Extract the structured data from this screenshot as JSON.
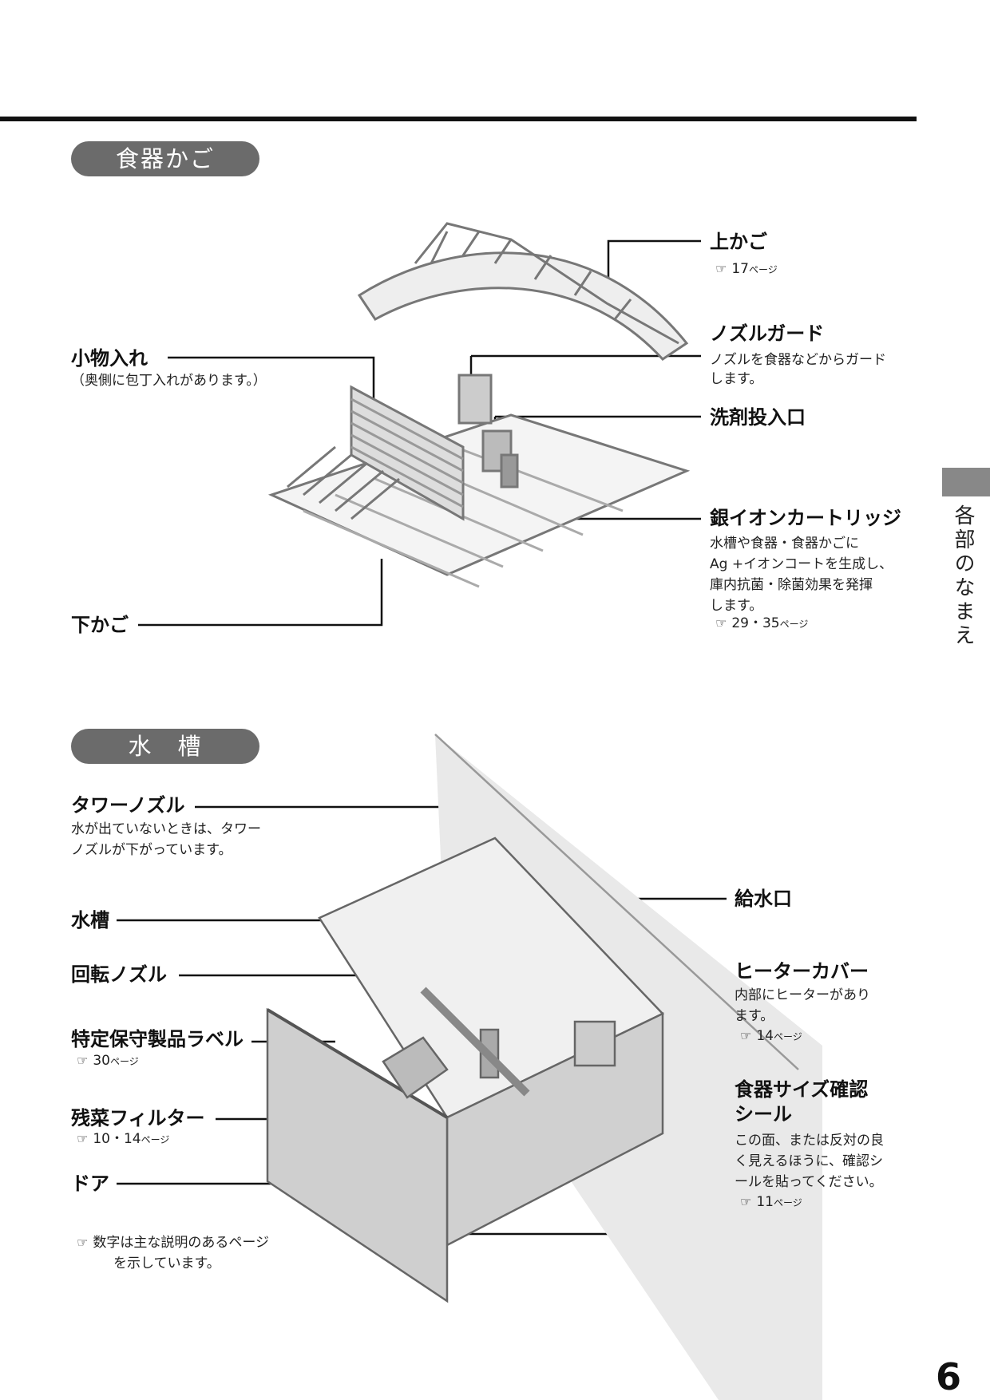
{
  "section1": {
    "title": "食器かご",
    "labels": {
      "upper_rack": "上かご",
      "upper_rack_ref": "17",
      "page_word": "ページ",
      "nozzle_guard": "ノズルガード",
      "nozzle_guard_desc1": "ノズルを食器などからガード",
      "nozzle_guard_desc2": "します。",
      "detergent_inlet": "洗剤投入口",
      "silver_ion": "銀イオンカートリッジ",
      "silver_ion_desc1": "水槽や食器・食器かごに",
      "silver_ion_desc2": "Ag +イオンコートを生成し、",
      "silver_ion_desc3": "庫内抗菌・除菌効果を発揮",
      "silver_ion_desc4": "します。",
      "silver_ion_ref": "29・35",
      "small_items": "小物入れ",
      "small_items_desc": "（奥側に包丁入れがあります。）",
      "lower_rack": "下かご"
    }
  },
  "section2": {
    "title": "水　槽",
    "labels": {
      "tower_nozzle": "タワーノズル",
      "tower_nozzle_desc1": "水が出ていないときは、タワー",
      "tower_nozzle_desc2": "ノズルが下がっています。",
      "tub": "水槽",
      "rotating_nozzle": "回転ノズル",
      "maintenance_label": "特定保守製品ラベル",
      "maintenance_label_ref": "30",
      "food_filter": "残菜フィルター",
      "food_filter_ref": "10・14",
      "door": "ドア",
      "water_inlet": "給水口",
      "heater_cover": "ヒーターカバー",
      "heater_cover_desc1": "内部にヒーターがあり",
      "heater_cover_desc2": "ます。",
      "heater_cover_ref": "14",
      "dish_size_seal1": "食器サイズ確認",
      "dish_size_seal2": "シール",
      "dish_size_seal_desc1": "この面、または反対の良",
      "dish_size_seal_desc2": "く見えるほうに、確認シ",
      "dish_size_seal_desc3": "ールを貼ってください。",
      "dish_size_seal_ref": "11",
      "note1": "数字は主な説明のあるページ",
      "note2": "を示しています。"
    }
  },
  "side": {
    "tab_text": "各部のなまえ"
  },
  "page_number": "6",
  "ref_icon": "☞"
}
